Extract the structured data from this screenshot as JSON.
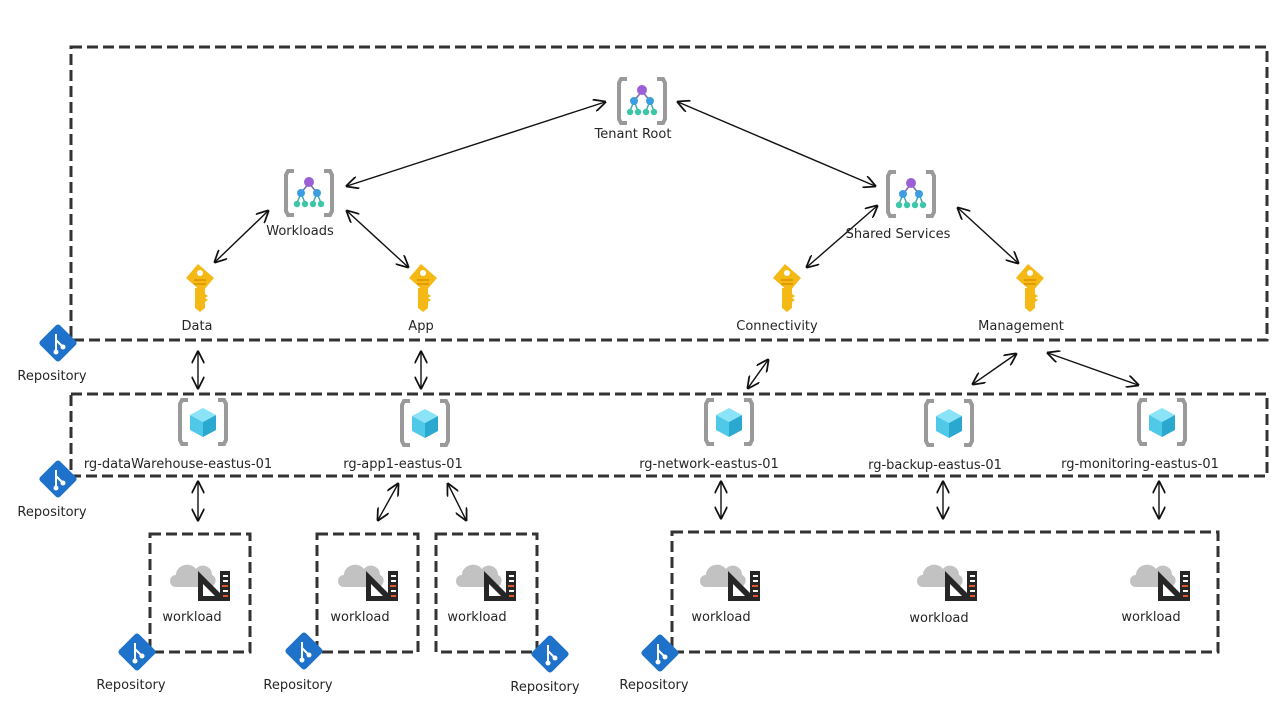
{
  "management_groups": {
    "tenant_root": {
      "label": "Tenant Root",
      "icon": "management-group-icon"
    },
    "workloads": {
      "label": "Workloads",
      "icon": "management-group-icon"
    },
    "shared_services": {
      "label": "Shared Services",
      "icon": "management-group-icon"
    }
  },
  "subscriptions": [
    {
      "label": "Data",
      "icon": "key-icon"
    },
    {
      "label": "App",
      "icon": "key-icon"
    },
    {
      "label": "Connectivity",
      "icon": "key-icon"
    },
    {
      "label": "Management",
      "icon": "key-icon"
    }
  ],
  "resource_groups": [
    {
      "label": "rg-dataWarehouse-eastus-01",
      "icon": "resource-group-icon"
    },
    {
      "label": "rg-app1-eastus-01",
      "icon": "resource-group-icon"
    },
    {
      "label": "rg-network-eastus-01",
      "icon": "resource-group-icon"
    },
    {
      "label": "rg-backup-eastus-01",
      "icon": "resource-group-icon"
    },
    {
      "label": "rg-monitoring-eastus-01",
      "icon": "resource-group-icon"
    }
  ],
  "workloads": [
    {
      "label": "workload",
      "icon": "cloud-workload-icon"
    },
    {
      "label": "workload",
      "icon": "cloud-workload-icon"
    },
    {
      "label": "workload",
      "icon": "cloud-workload-icon"
    },
    {
      "label": "workload",
      "icon": "cloud-workload-icon"
    },
    {
      "label": "workload",
      "icon": "cloud-workload-icon"
    },
    {
      "label": "workload",
      "icon": "cloud-workload-icon"
    }
  ],
  "repositories": [
    {
      "label": "Repository",
      "icon": "git-repository-icon"
    },
    {
      "label": "Repository",
      "icon": "git-repository-icon"
    },
    {
      "label": "Repository",
      "icon": "git-repository-icon"
    },
    {
      "label": "Repository",
      "icon": "git-repository-icon"
    },
    {
      "label": "Repository",
      "icon": "git-repository-icon"
    },
    {
      "label": "Repository",
      "icon": "git-repository-icon"
    }
  ],
  "colors": {
    "border": "#333333",
    "arrow": "#111111",
    "repo_blue": "#1f72c9",
    "key_gold": "#f5b915",
    "cube_cyan": "#50c8e8",
    "bracket_gray": "#9a9a9a",
    "cloud_gray": "#c2c2c2"
  }
}
